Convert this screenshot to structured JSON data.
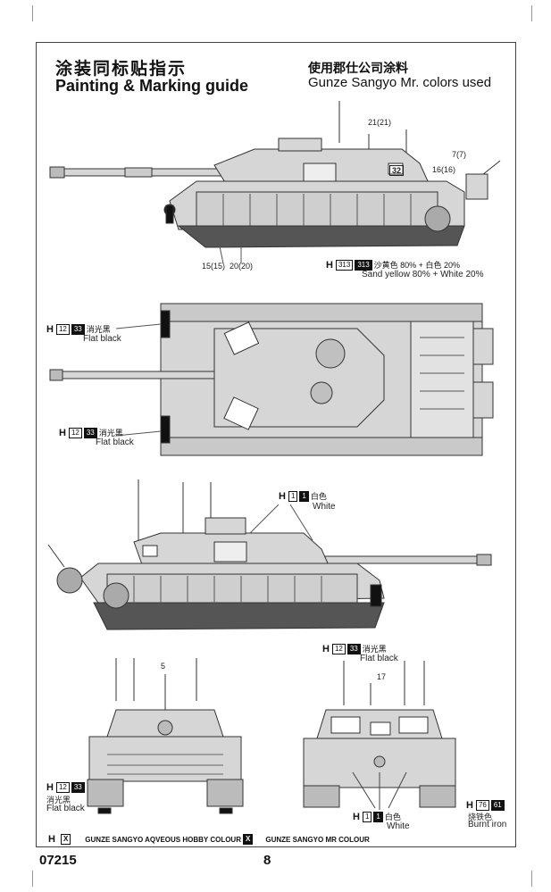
{
  "header": {
    "title_cn": "涂装同标贴指示",
    "title_en": "Painting & Marking guide",
    "colors_cn": "使用郡仕公司涂料",
    "colors_en": "Gunze Sangyo Mr. colors used"
  },
  "callouts": {
    "c21": "21(21)",
    "c7": "7(7)",
    "c16": "16(16)",
    "c15": "15(15)",
    "c20": "20(20)",
    "c5": "5",
    "c17": "17",
    "turret_number": "32"
  },
  "paint": {
    "sand": {
      "h": "H",
      "a": "313",
      "b": "313",
      "cn": "沙黄色  80% + 白色  20%",
      "en": "Sand yellow  80% + White  20%"
    },
    "flat_black": {
      "h": "H",
      "a": "12",
      "b": "33",
      "cn": "消光黑",
      "en": "Flat black"
    },
    "white": {
      "h": "H",
      "a": "1",
      "b": "1",
      "cn": "白色",
      "en": "White"
    },
    "burnt_iron": {
      "h": "H",
      "a": "76",
      "b": "61",
      "cn": "烧铁色",
      "en": "Burnt iron"
    }
  },
  "footer": {
    "aqueous_h": "H",
    "aqueous_box": "X",
    "aqueous_label": "GUNZE SANGYO AQVEOUS HOBBY COLOUR",
    "mr_box": "X",
    "mr_label": "GUNZE SANGYO MR COLOUR",
    "product_number": "07215",
    "page_number": "8"
  },
  "colors": {
    "tank_fill": "#d6d6d6",
    "tank_stroke": "#333333",
    "track": "#222222"
  }
}
